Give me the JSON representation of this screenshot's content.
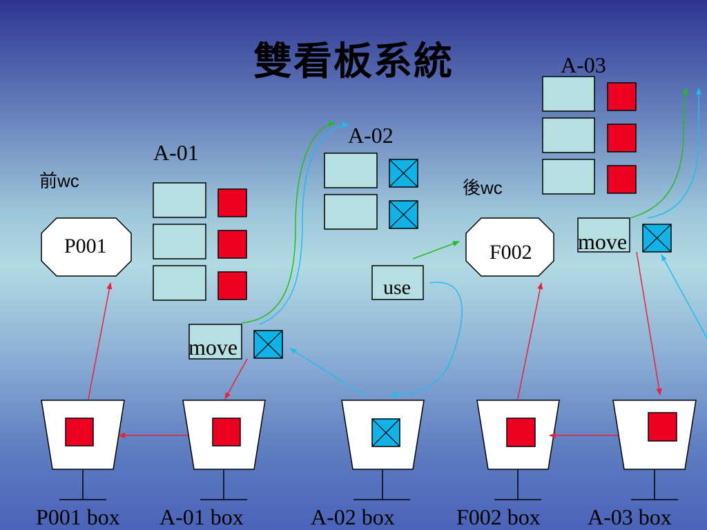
{
  "title": "雙看板系統",
  "areas": {
    "a01": "A-01",
    "a02": "A-02",
    "a03": "A-03"
  },
  "wc": {
    "front": "前wc",
    "back": "後wc"
  },
  "nodes": {
    "p001": "P001",
    "f002": "F002",
    "use": "use"
  },
  "move_label": "move",
  "boxes": [
    "P001 box",
    "A-01 box",
    "A-02 box",
    "F002 box",
    "A-03 box"
  ],
  "colors": {
    "kanban_red": "#ee0022",
    "kanban_cyan": "#11b2e6",
    "slot_fill": "#b6dfe1",
    "arrow_red": "#e8203a",
    "arrow_green": "#22bb22",
    "arrow_cyan": "#22bbee"
  }
}
